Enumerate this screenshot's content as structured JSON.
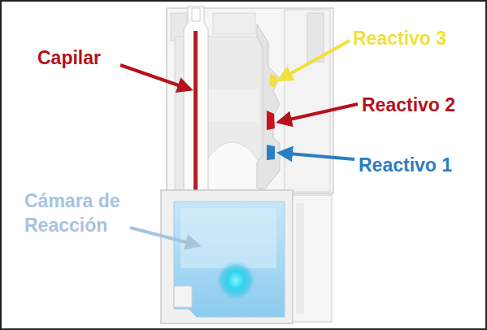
{
  "diagram": {
    "labels": [
      "Capilar",
      "Reactivo 3",
      "Reactivo 2",
      "Reactivo 1",
      "Cámara de Reacción"
    ]
  }
}
